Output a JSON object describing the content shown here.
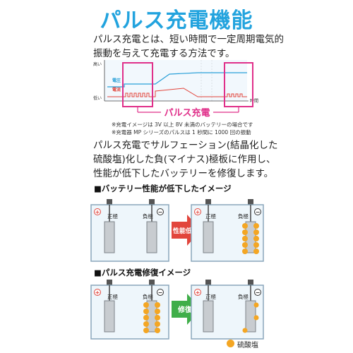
{
  "title": "パルス充電機能",
  "intro": [
    "パルス充電とは、短い時間で一定周期電気的",
    "振動を与えて充電する方法です。"
  ],
  "graph": {
    "y_high": "高い",
    "y_low": "低い",
    "x_label": "時間",
    "voltage_label": "電圧",
    "current_label": "電流",
    "pulse_label": "パルス充電",
    "colors": {
      "voltage": "#2aa0d8",
      "current": "#e2453c",
      "pulse_box": "#e0308a"
    }
  },
  "notes": [
    "※充電イメージは 3V 以上 8V 未満のバッテリーの場合です",
    "※充電器 MP シリーズのパルスは 1 秒間に 1000 回の振動"
  ],
  "description": [
    "パルス充電でサルフェーション(結晶化した",
    "硫酸塩)化した負(マイナス)極板に作用し、",
    "性能が低下したバッテリーを修復します。"
  ],
  "section1": {
    "heading": "■バッテリー性能が低下したイメージ",
    "arrow_label": "性能低下",
    "arrow_color": "#e2453c"
  },
  "section2": {
    "heading": "■パルス充電修復イメージ",
    "arrow_label": "修復",
    "arrow_color": "#3fae49"
  },
  "battery": {
    "positive_label": "正極",
    "negative_label": "負極",
    "plus_symbol": "+",
    "minus_symbol": "−"
  },
  "legend": {
    "label": "硫酸塩",
    "color": "#f4a623"
  }
}
